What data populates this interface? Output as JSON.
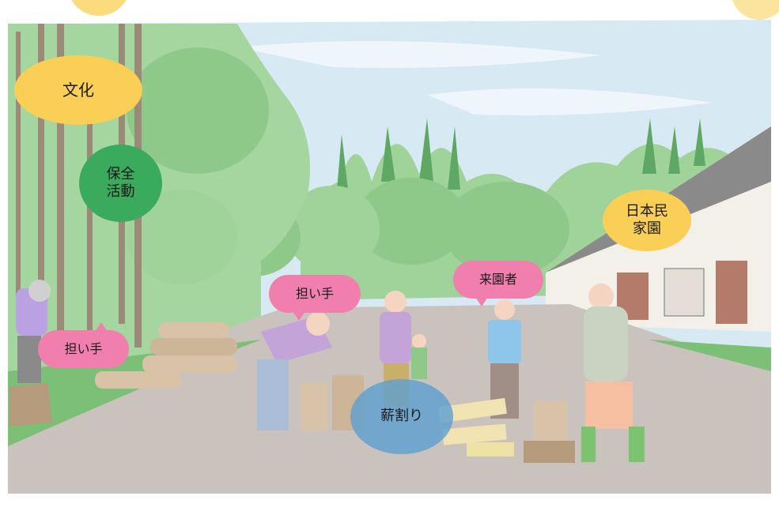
{
  "scene": {
    "colors": {
      "sky": "#d7e9f3",
      "tree": "#8fc98a",
      "tree_dark": "#5fa864",
      "ground": "#c9c2bd",
      "trunk": "#9b8a78",
      "building_wall": "#f3efe9",
      "building_roof": "#8a8a8a",
      "sun": "#f9d25c"
    }
  },
  "labels": {
    "culture": {
      "text": "文化",
      "color": "#f9cf55"
    },
    "conservation": {
      "text": "保全\n活動",
      "color": "#3aaa5c"
    },
    "minka_park": {
      "text": "日本民\n家園",
      "color": "#f9cf55"
    },
    "visitor": {
      "text": "来園者",
      "color": "#f07fae"
    },
    "bearer_center": {
      "text": "担い手",
      "color": "#f07fae"
    },
    "bearer_left": {
      "text": "担い手",
      "color": "#f07fae"
    },
    "wood_splitting": {
      "text": "薪割り",
      "color": "#5d9fd1"
    }
  }
}
